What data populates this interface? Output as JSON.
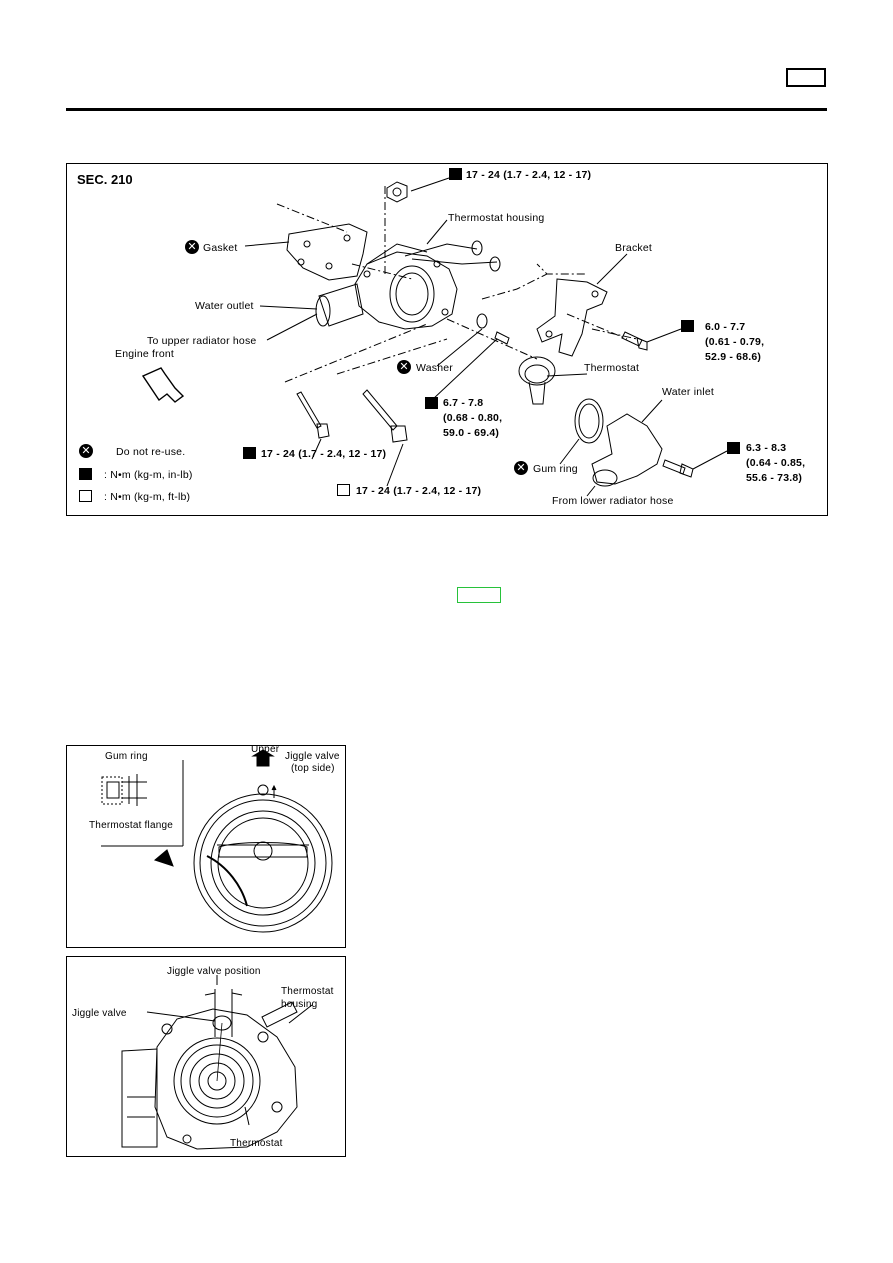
{
  "header": {
    "tab_text": ""
  },
  "figure1": {
    "section": "SEC. 210",
    "labels": {
      "torque_top": "17 - 24 (1.7 - 2.4, 12 - 17)",
      "thermostat_housing": "Thermostat housing",
      "gasket": "Gasket",
      "bracket": "Bracket",
      "water_outlet": "Water outlet",
      "to_upper_hose": "To upper radiator hose",
      "engine_front": "Engine front",
      "torque_bracket_1": "6.0 - 7.7",
      "torque_bracket_2": "(0.61 - 0.79,",
      "torque_bracket_3": "52.9 - 68.6)",
      "washer": "Washer",
      "thermostat": "Thermostat",
      "torque_mid_1": "6.7 - 7.8",
      "torque_mid_2": "(0.68 - 0.80,",
      "torque_mid_3": "59.0 - 69.4)",
      "water_inlet": "Water inlet",
      "torque_inlet_1": "6.3 - 8.3",
      "torque_inlet_2": "(0.64 - 0.85,",
      "torque_inlet_3": "55.6 - 73.8)",
      "gum_ring": "Gum ring",
      "torque_left": "17 - 24 (1.7 - 2.4, 12 - 17)",
      "torque_bottom": "17 - 24 (1.7 - 2.4, 12 - 17)",
      "from_lower_hose": "From lower radiator hose"
    },
    "legend": {
      "do_not_reuse": "Do not re-use.",
      "inlb": ": N•m (kg-m, in-lb)",
      "ftlb": ": N•m (kg-m, ft-lb)"
    }
  },
  "figure2": {
    "gum_ring": "Gum ring",
    "upper": "Upper",
    "jiggle_valve": "Jiggle valve",
    "top_side": "(top side)",
    "thermostat_flange": "Thermostat flange"
  },
  "figure3": {
    "jiggle_valve_position": "Jiggle valve position",
    "thermostat": "Thermostat",
    "housing": "housing",
    "jiggle_valve": "Jiggle valve",
    "thermostat_bottom": "Thermostat"
  }
}
